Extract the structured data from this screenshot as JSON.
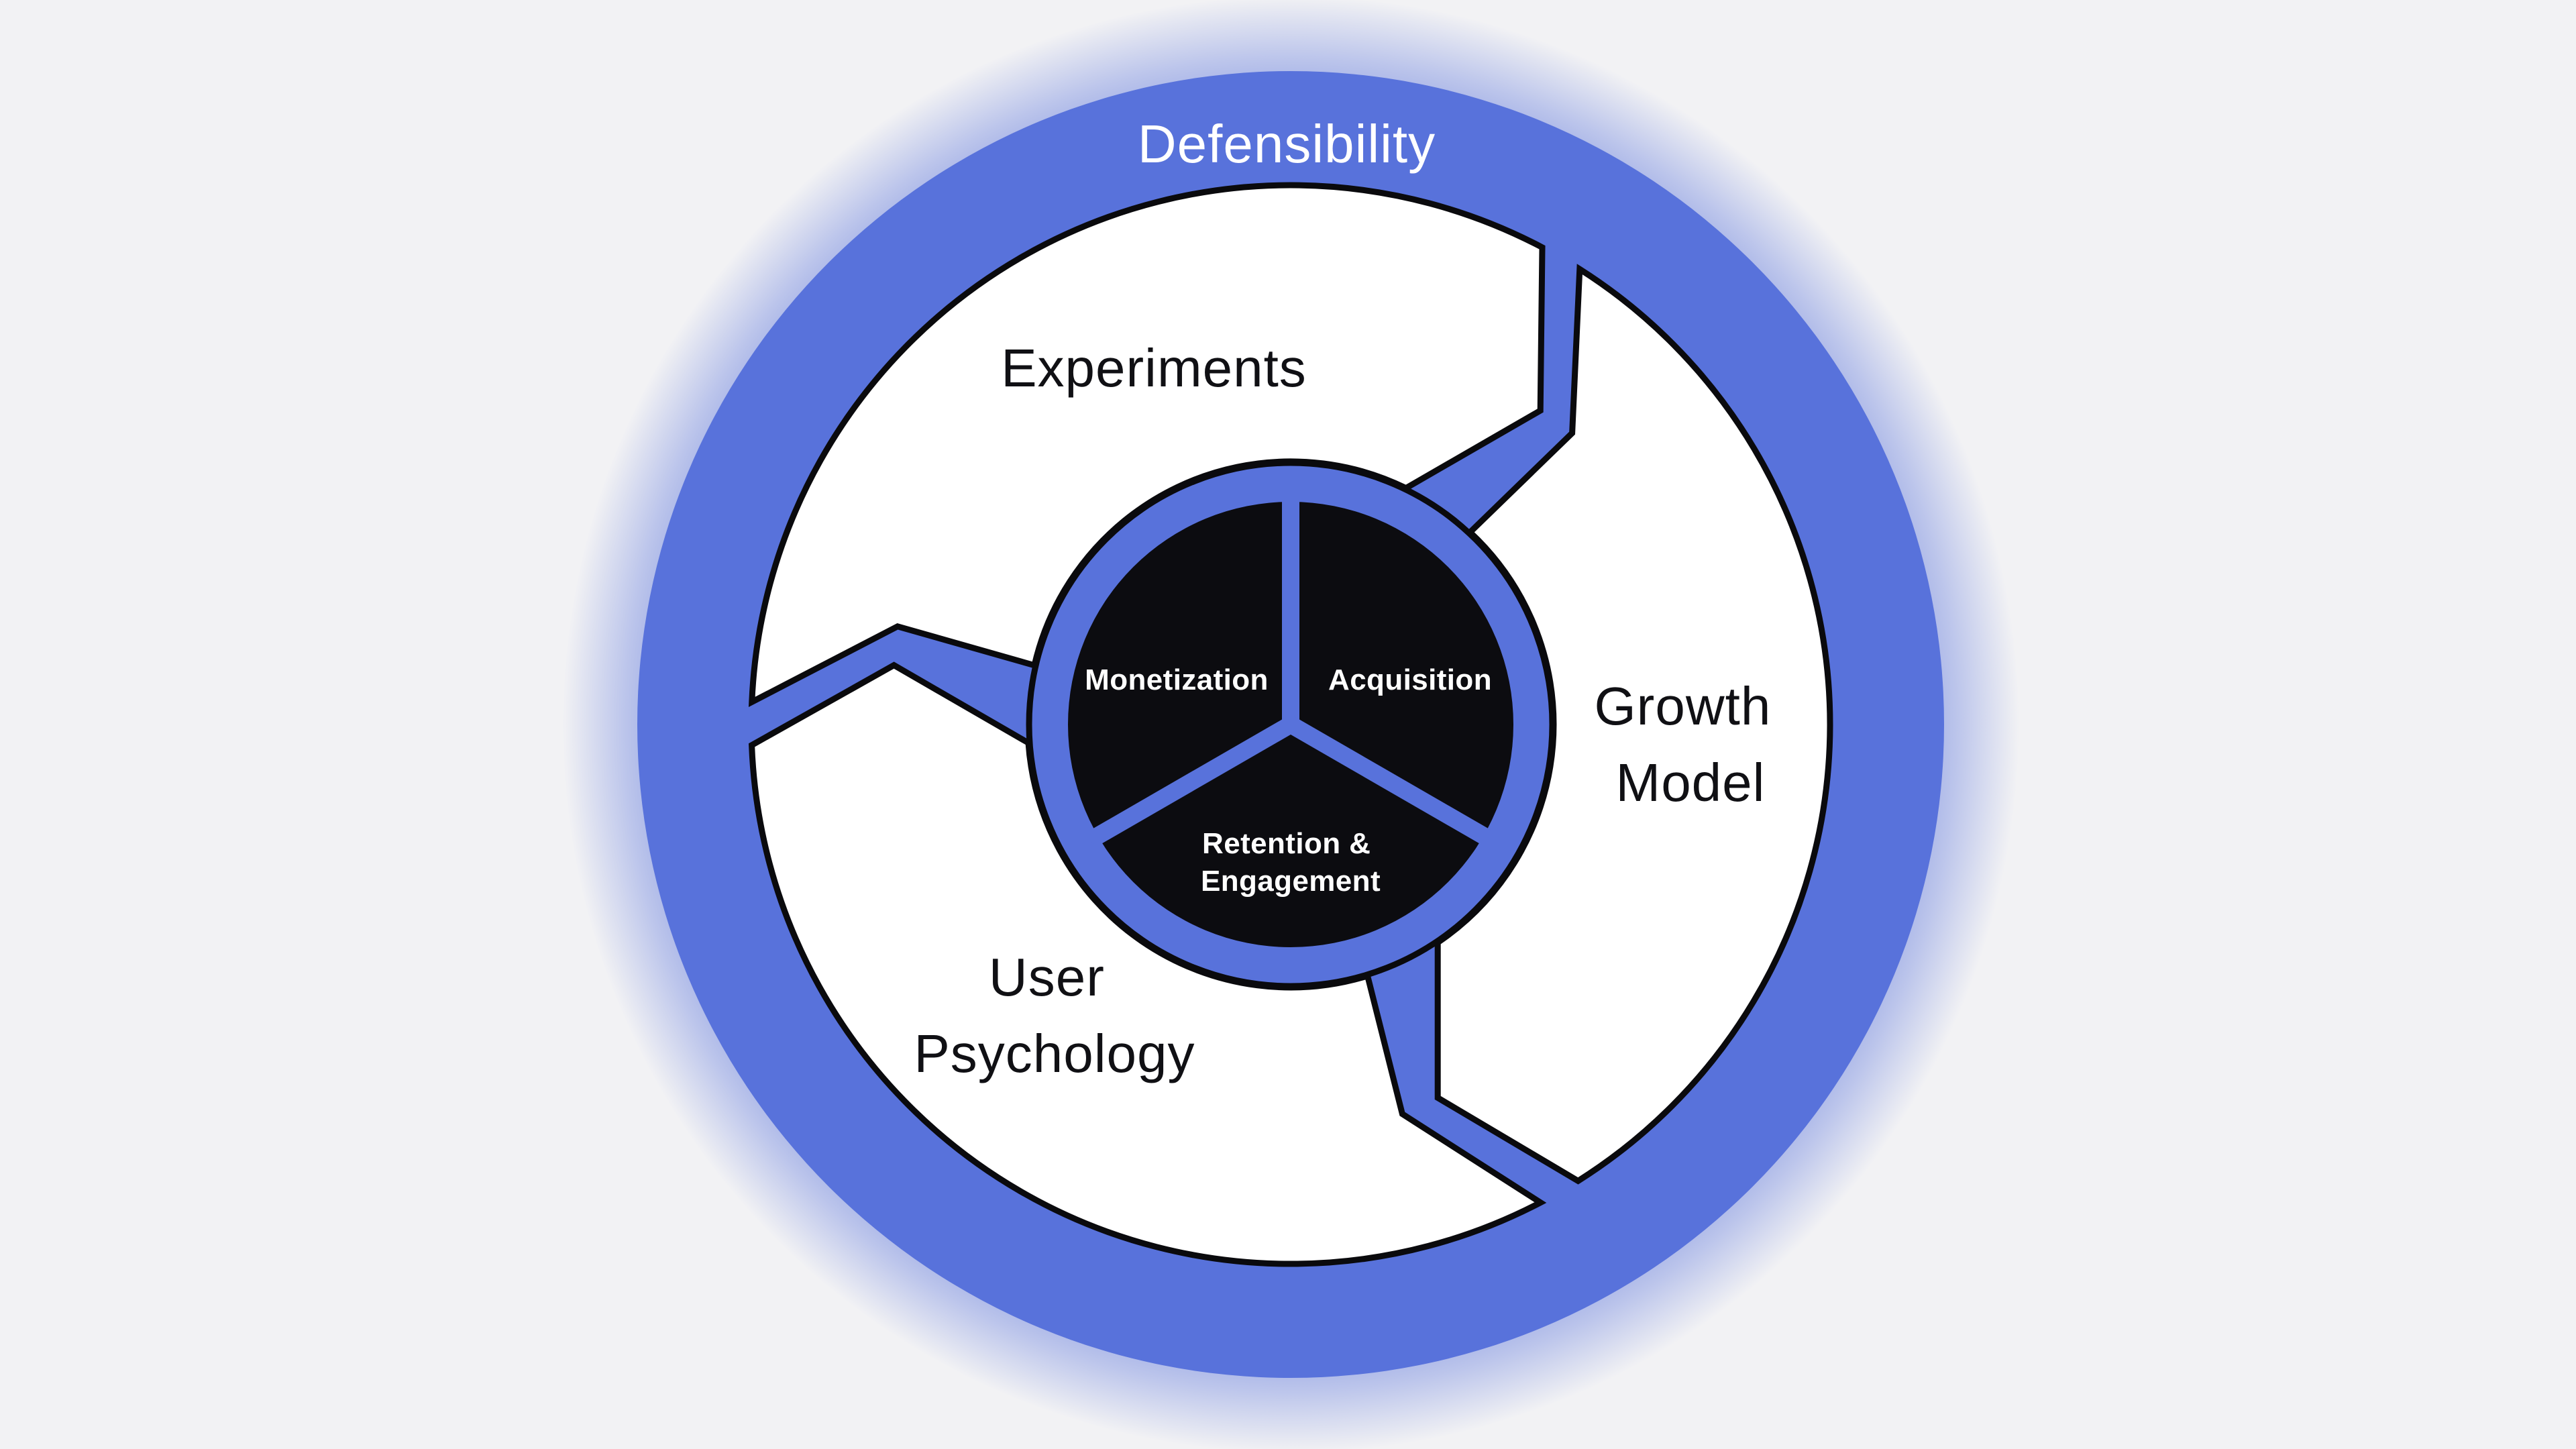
{
  "diagram": {
    "title": "Defensibility",
    "outer_segments": [
      {
        "id": "experiments",
        "label_lines": [
          "Experiments"
        ]
      },
      {
        "id": "user-psychology",
        "label_lines": [
          "User",
          "Psychology"
        ]
      },
      {
        "id": "growth-model",
        "label_lines": [
          "Growth",
          "Model"
        ]
      }
    ],
    "inner_sectors": [
      {
        "id": "monetization",
        "label_lines": [
          "Monetization"
        ]
      },
      {
        "id": "acquisition",
        "label_lines": [
          "Acquisition"
        ]
      },
      {
        "id": "retention-engagement",
        "label_lines": [
          "Retention &",
          "Engagement"
        ]
      }
    ],
    "palette": {
      "blue": "#5872DB",
      "ink": "#0A0A0D",
      "inner_circle": "#0C0C10",
      "white": "#FFFFFF",
      "label_ink": "#101014",
      "background": "#F2F2F4"
    }
  }
}
